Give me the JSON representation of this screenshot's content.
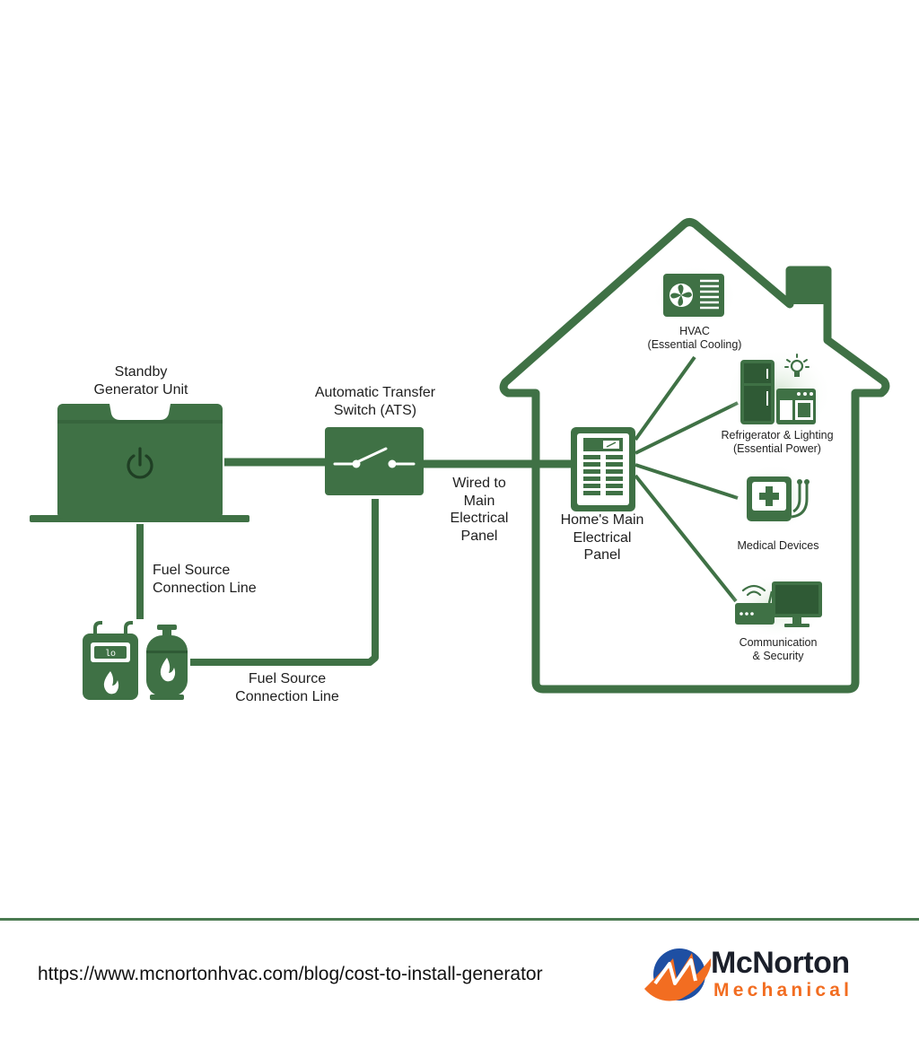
{
  "colors": {
    "green": "#3f7145",
    "dark_green": "#2f5a35",
    "light_green": "#e3efe2",
    "brand_blue": "#1e4fa3",
    "brand_orange": "#f26d21"
  },
  "diagram": {
    "generator": {
      "title": "Standby\nGenerator Unit",
      "icon": "power-icon"
    },
    "ats": {
      "title": "Automatic Transfer\nSwitch (ATS)",
      "icon": "switch-icon"
    },
    "wired_label": "Wired to\nMain\nElectrical\nPanel",
    "fuel_label_1": "Fuel Source\nConnection Line",
    "fuel_label_2": "Fuel Source\nConnection Line",
    "panel": {
      "title": "Home's Main\nElectrical\nPanel",
      "icon": "electrical-panel-icon"
    },
    "fuel_tanks": {
      "icons": [
        "gas-meter-icon",
        "propane-tank-icon"
      ]
    },
    "loads": [
      {
        "label": "HVAC\n(Essential Cooling)",
        "icon": "hvac-unit-icon"
      },
      {
        "label": "Refrigerator & Lighting\n(Essential Power)",
        "icon": "refrigerator-lighting-icon"
      },
      {
        "label": "Medical Devices",
        "icon": "medical-device-icon"
      },
      {
        "label": "Communication\n& Security",
        "icon": "router-monitor-icon"
      }
    ]
  },
  "footer": {
    "url": "https://www.mcnortonhvac.com/blog/cost-to-install-generator",
    "brand_name": "McNorton",
    "brand_sub": "Mechanical",
    "logo_icon": "mcnorton-logo-icon"
  }
}
